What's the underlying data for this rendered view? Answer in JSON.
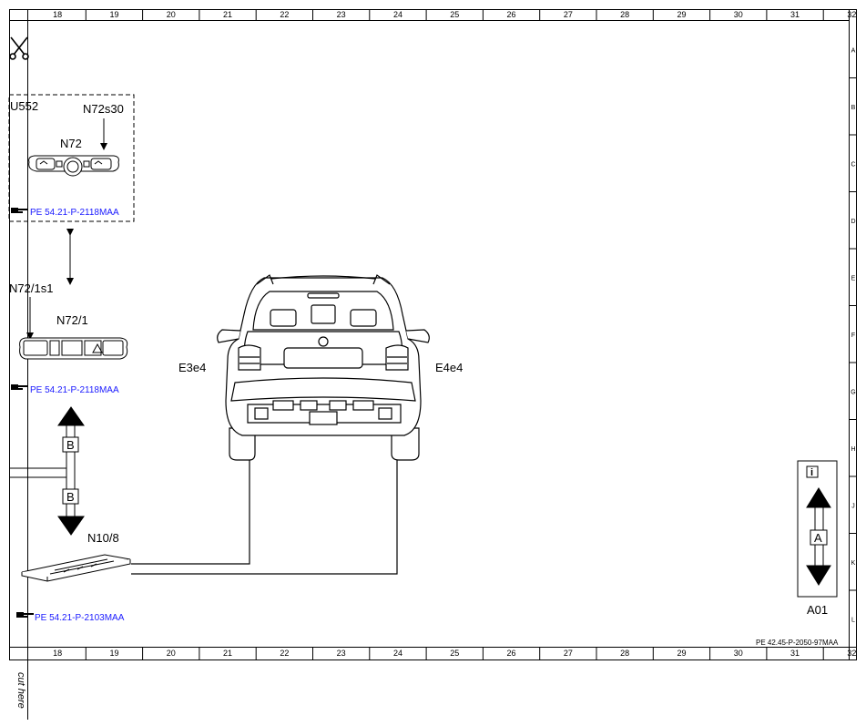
{
  "grid": {
    "columns": [
      "18",
      "19",
      "20",
      "21",
      "22",
      "23",
      "24",
      "25",
      "26",
      "27",
      "28",
      "29",
      "30",
      "31",
      "32"
    ],
    "rows": [
      "A",
      "B",
      "C",
      "D",
      "E",
      "F",
      "G",
      "H",
      "J",
      "K",
      "L"
    ]
  },
  "cut_text": "cut here",
  "components": {
    "u552": "U552",
    "n72": "N72",
    "n72s30": "N72s30",
    "n72_1s1": "N72/1s1",
    "n72_1": "N72/1",
    "n10_8": "N10/8",
    "e3e4": "E3e4",
    "e4e4": "E4e4",
    "a01": "A01"
  },
  "connectors": {
    "b_top": "B",
    "b_bottom": "B",
    "a_info": "A",
    "info_icon": "i"
  },
  "references": {
    "ref1": "PE 54.21-P-2118MAA",
    "ref2": "PE 54.21-P-2118MAA",
    "ref3": "PE 54.21-P-2103MAA",
    "doc_id": "PE 42.45-P-2050-97MAA"
  },
  "icons": {
    "scissors": "scissors-icon",
    "pointer": "pointing-hand-icon",
    "info": "info-icon"
  }
}
